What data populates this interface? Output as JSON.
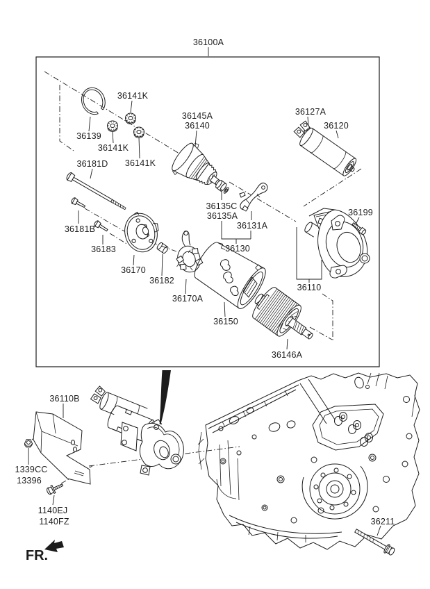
{
  "diagram_type": "exploded-parts-diagram-starter-motor",
  "colors": {
    "ink": "#1c1c1c",
    "background": "#ffffff"
  },
  "callouts": {
    "assembly": "36100A",
    "nut_top": "36141K",
    "snap_ring": "36139",
    "nut_mid": "36141K",
    "nut_low": "36141K",
    "through_bolt": "36181D",
    "clutch_a": "36145A",
    "clutch_b": "36140",
    "solenoid_nut": "36127A",
    "solenoid": "36120",
    "stop_c": "36135C",
    "stop_a": "36135A",
    "lever": "36131A",
    "lever_kit": "36130",
    "housing_bolt": "36199",
    "bolt_b": "36181B",
    "bolt_183": "36183",
    "end_plate": "36170",
    "bushing": "36182",
    "brush_holder": "36170A",
    "yoke": "36150",
    "armature": "36146A",
    "front_housing": "36110",
    "starter_assy": "36110B",
    "nut_1339cc": "1339CC",
    "nut_13396": "13396",
    "mount_bolt_a": "1140EJ",
    "mount_bolt_b": "1140FZ",
    "block_bolt": "36211",
    "front_marker": "FR."
  }
}
